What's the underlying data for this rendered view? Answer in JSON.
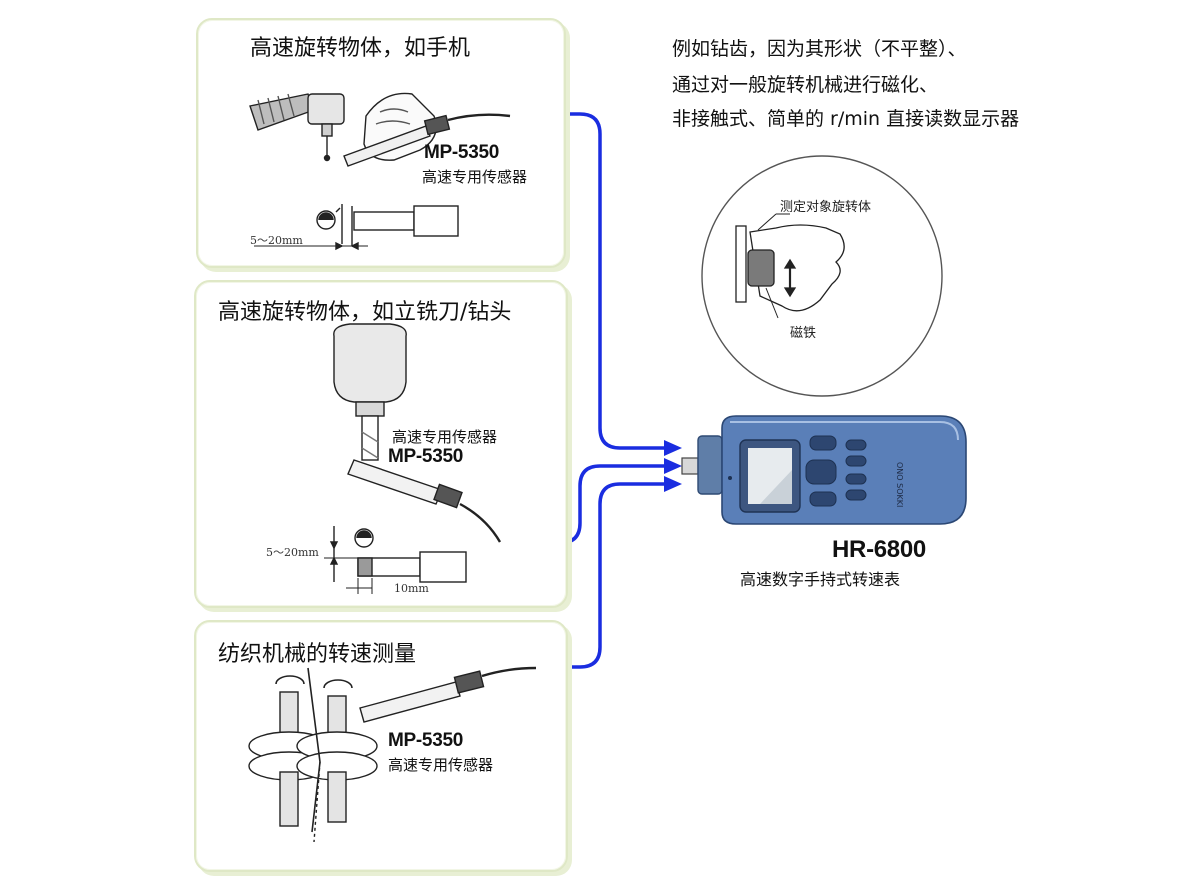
{
  "panels": {
    "handpiece": {
      "title": "高速旋转物体，如手机",
      "sensor_model": "MP-5350",
      "sensor_desc": "高速专用传感器",
      "distance": "5～20mm"
    },
    "endmill": {
      "title": "高速旋转物体，如立铣刀/钻头",
      "sensor_model": "MP-5350",
      "sensor_desc": "高速专用传感器",
      "distance": "5～20mm",
      "length": "10mm"
    },
    "textile": {
      "title": "纺织机械的转速测量",
      "sensor_model": "MP-5350",
      "sensor_desc": "高速专用传感器"
    }
  },
  "notes": [
    "例如钻齿，因为其形状（不平整）、",
    "通过对一般旋转机械进行磁化、",
    "非接触式、简单的 r/min 直接读数显示器"
  ],
  "inset": {
    "target_label": "测定对象旋转体",
    "magnet_label": "磁铁"
  },
  "device": {
    "model": "HR-6800",
    "desc": "高速数字手持式转速表",
    "brand": "ONO SOKKI"
  },
  "colors": {
    "cable": "#1a2de0",
    "panel_border": "#dfe8c6",
    "device_body": "#5a7fb8"
  }
}
